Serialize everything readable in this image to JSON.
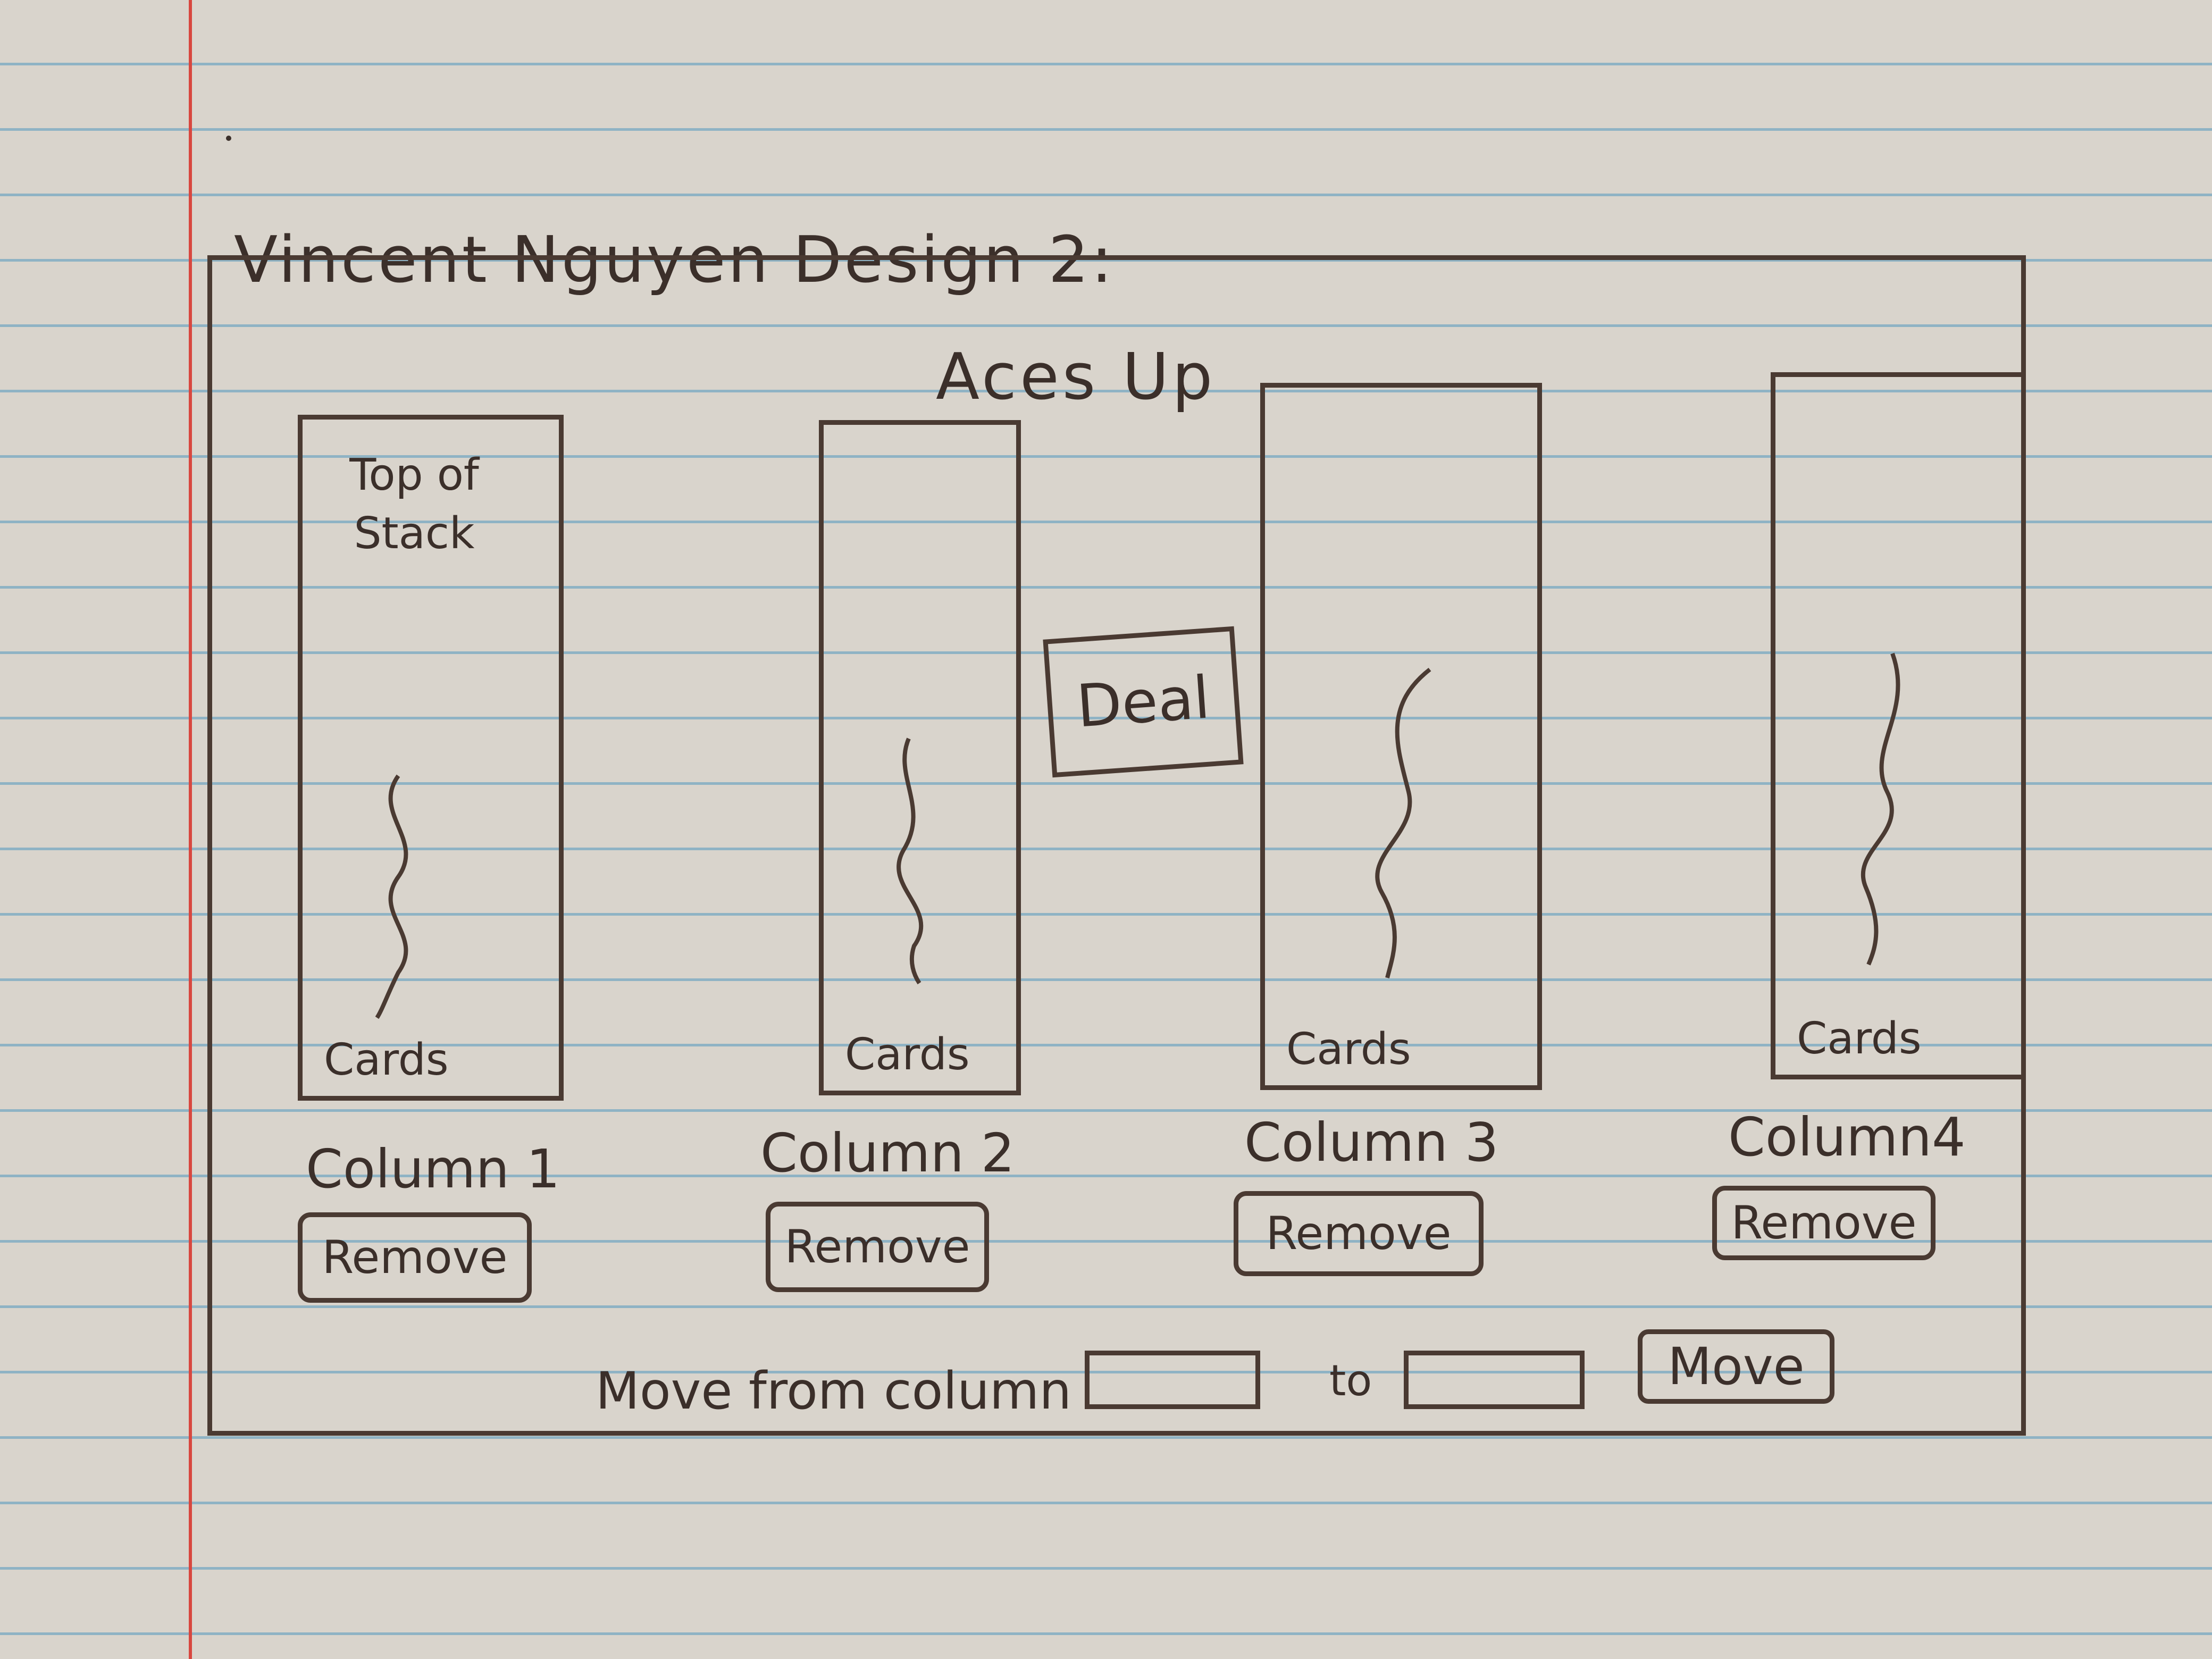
{
  "sketch": {
    "title": "Vincent Nguyen Design 2:"
  },
  "app": {
    "title": "Aces Up",
    "deal_label": "Deal",
    "stack_top_label": "Top of Stack",
    "columns": [
      {
        "label": "Column 1",
        "cards_label": "Cards",
        "remove_label": "Remove"
      },
      {
        "label": "Column 2",
        "cards_label": "Cards",
        "remove_label": "Remove"
      },
      {
        "label": "Column 3",
        "cards_label": "Cards",
        "remove_label": "Remove"
      },
      {
        "label": "Column4",
        "cards_label": "Cards",
        "remove_label": "Remove"
      }
    ],
    "move": {
      "label": "Move from column",
      "to_label": "to",
      "button_label": "Move",
      "from_value": "",
      "to_value": ""
    }
  },
  "colors": {
    "ink": "#3b2f2a",
    "paper": "#d9d4cc",
    "rule_line": "#8fb3c4",
    "margin_line": "#d8473f"
  },
  "icons": [
    "squiggle-icon"
  ]
}
